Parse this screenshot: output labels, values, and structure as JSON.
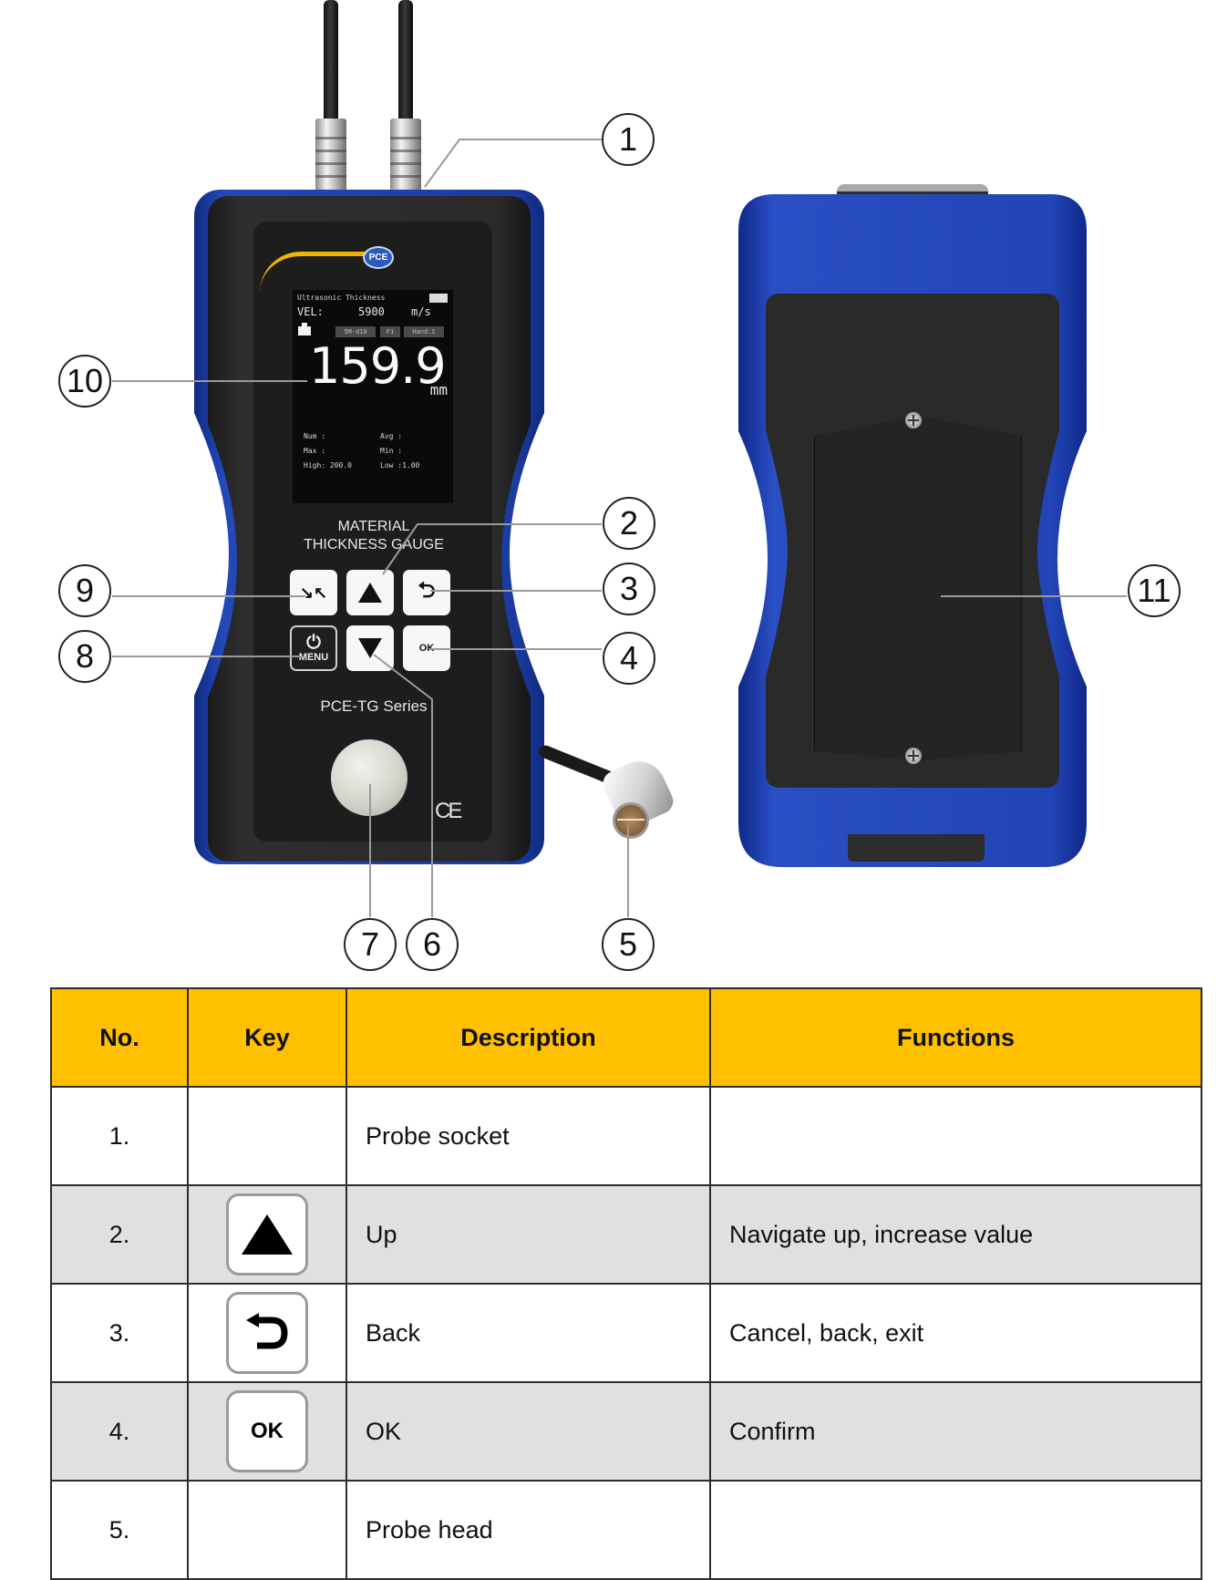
{
  "device_front": {
    "brand_logo": "PCE",
    "lcd": {
      "title": "Ultrasonic Thickness",
      "battery_icon": "battery-full-icon",
      "velocity_label": "VEL:",
      "velocity_value": "5900",
      "velocity_unit": "m/s",
      "probe_icon": "probe-icon",
      "chips": [
        "5M-d10",
        "F1",
        "Hand.S"
      ],
      "reading": "159.9",
      "reading_unit": "mm",
      "stats": {
        "num_label": "Num :",
        "avg_label": "Avg :",
        "max_label": "Max :",
        "min_label": "Min :",
        "high": "High: 200.0",
        "low": "Low :1.00"
      }
    },
    "label_line1": "MATERIAL",
    "label_line2": "THICKNESS GAUGE",
    "keys": {
      "zero": "zero-calibration-icon",
      "up": "up-arrow-icon",
      "back": "back-arrow-icon",
      "menu": "MENU",
      "down": "down-arrow-icon",
      "ok": "OK"
    },
    "series": "PCE-TG Series",
    "ce_mark": "CE"
  },
  "callouts": [
    "1",
    "2",
    "3",
    "4",
    "5",
    "6",
    "7",
    "8",
    "9",
    "10",
    "11"
  ],
  "table": {
    "headers": [
      "No.",
      "Key",
      "Description",
      "Functions"
    ],
    "rows": [
      {
        "no": "1.",
        "key_icon": "",
        "description": "Probe socket",
        "functions": ""
      },
      {
        "no": "2.",
        "key_icon": "up-triangle",
        "description": "Up",
        "functions": "Navigate up, increase value"
      },
      {
        "no": "3.",
        "key_icon": "back-arrow",
        "description": "Back",
        "functions": "Cancel, back, exit"
      },
      {
        "no": "4.",
        "key_icon": "OK",
        "description": "OK",
        "functions": "Confirm"
      },
      {
        "no": "5.",
        "key_icon": "",
        "description": "Probe head",
        "functions": ""
      }
    ]
  },
  "colors": {
    "header_bg": "#ffc000",
    "shaded_row": "#e0e0e0",
    "bumper_blue": "#2145b6",
    "logo_swoosh": "#f0b400"
  }
}
